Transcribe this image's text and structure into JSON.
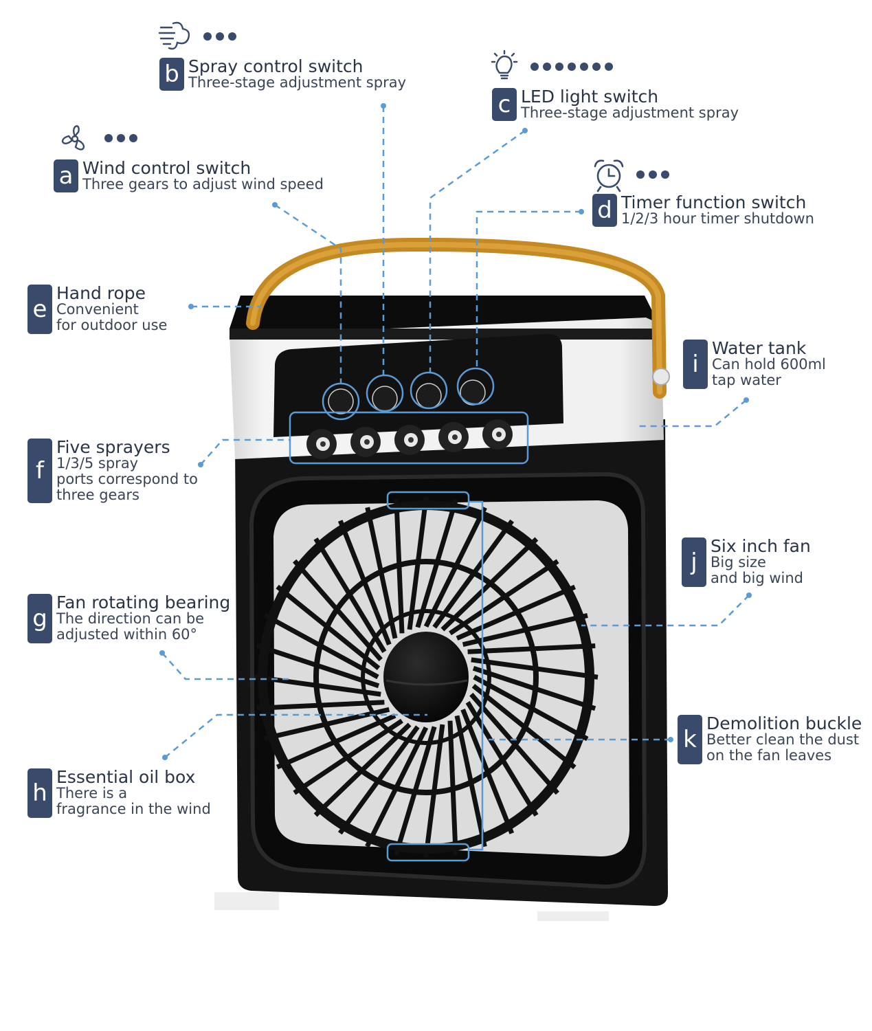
{
  "colors": {
    "accent": "#3a4a6b",
    "leader": "#5b9bd5",
    "handle": "#d79a2b",
    "body": "#141414"
  },
  "callouts": [
    {
      "id": "a",
      "letter": "a",
      "title": "Wind control switch",
      "lines": [
        "Three gears to adjust wind speed"
      ],
      "icon": "fan-icon",
      "dots": 3
    },
    {
      "id": "b",
      "letter": "b",
      "title": "Spray control switch",
      "lines": [
        "Three-stage adjustment spray"
      ],
      "icon": "spray-icon",
      "dots": 3
    },
    {
      "id": "c",
      "letter": "c",
      "title": "LED light switch",
      "lines": [
        "Three-stage adjustment spray"
      ],
      "icon": "light-bulb-icon",
      "dots": 7
    },
    {
      "id": "d",
      "letter": "d",
      "title": "Timer function switch",
      "lines": [
        "1/2/3 hour timer shutdown"
      ],
      "icon": "alarm-clock-icon",
      "dots": 3
    },
    {
      "id": "e",
      "letter": "e",
      "title": "Hand rope",
      "lines": [
        "Convenient",
        "for outdoor use"
      ]
    },
    {
      "id": "f",
      "letter": "f",
      "title": "Five sprayers",
      "lines": [
        "1/3/5 spray",
        "ports correspond to",
        "three gears"
      ]
    },
    {
      "id": "g",
      "letter": "g",
      "title": "Fan rotating bearing",
      "lines": [
        "The direction can be",
        "adjusted within 60°"
      ]
    },
    {
      "id": "h",
      "letter": "h",
      "title": "Essential oil box",
      "lines": [
        "There is a",
        "fragrance in the wind"
      ]
    },
    {
      "id": "i",
      "letter": "i",
      "title": "Water tank",
      "lines": [
        "Can hold 600ml",
        "tap water"
      ]
    },
    {
      "id": "j",
      "letter": "j",
      "title": "Six inch fan",
      "lines": [
        "Big size",
        "and big wind"
      ]
    },
    {
      "id": "k",
      "letter": "k",
      "title": "Demolition buckle",
      "lines": [
        "Better clean the dust",
        "on the fan leaves"
      ]
    }
  ]
}
